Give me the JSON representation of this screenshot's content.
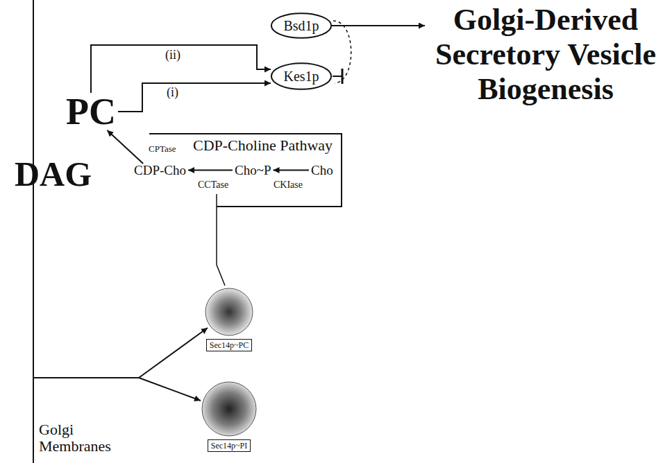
{
  "diagram": {
    "nodes": [
      {
        "text": [
          "Bsd1p"
        ]
      },
      {
        "text": [
          "Kes1p"
        ]
      },
      {
        "text": [
          "Golgi-Derived Secretory Vesicle Biogenesis"
        ]
      },
      {
        "text": [
          "PC"
        ]
      },
      {
        "text": [
          "DAG"
        ]
      },
      {
        "text": [
          "CDP-Cho"
        ]
      },
      {
        "text": [
          "Cho~P"
        ]
      },
      {
        "text": [
          "Cho"
        ]
      },
      {
        "text": [
          "Sec14p~PC"
        ]
      },
      {
        "text": [
          "Sec14p~PI"
        ]
      }
    ],
    "edges": [
      {
        "from": 3,
        "to": 1,
        "label": "(ii)",
        "arrow": "to"
      },
      {
        "from": 3,
        "to": 1,
        "label": "(i)",
        "arrow": "to"
      },
      {
        "from": 0,
        "to": 2,
        "arrow": "to"
      },
      {
        "from": 7,
        "to": 6,
        "label": "CKIase",
        "arrow": "to"
      },
      {
        "from": 6,
        "to": 5,
        "label": "CCTase",
        "arrow": "to"
      },
      {
        "from": 5,
        "to": 3,
        "label": "CPTase",
        "arrow": "to"
      }
    ],
    "labels": [
      "CDP-Choline Pathway",
      "Golgi Membranes"
    ]
  }
}
